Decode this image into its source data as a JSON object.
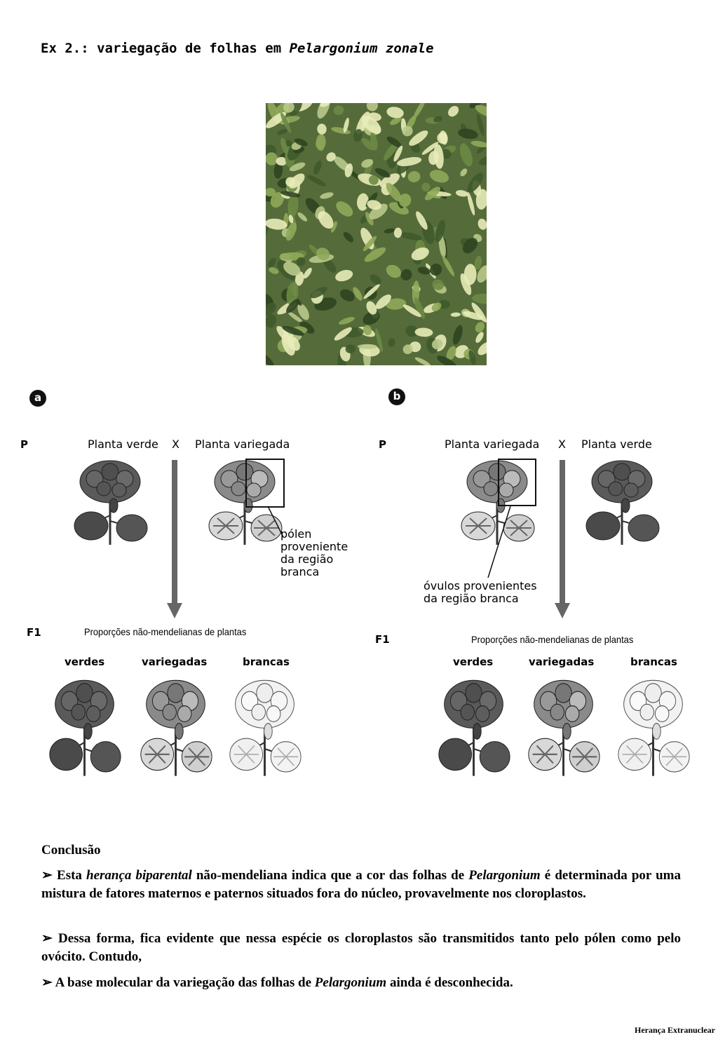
{
  "title": {
    "prefix": "Ex 2.: variegação de folhas em ",
    "species": "Pelargonium zonale"
  },
  "photo": {
    "alt": "variegated-leaves-photo"
  },
  "panel_a": {
    "badge": "a",
    "generation_p": "P",
    "parent_left": "Planta verde",
    "cross": "X",
    "parent_right": "Planta variegada",
    "note_lines": [
      "pólen",
      "proveniente",
      "da região",
      "branca"
    ],
    "generation_f1": "F1",
    "subtitle": "Proporções não-mendelianas de plantas",
    "offspring": [
      "verdes",
      "variegadas",
      "brancas"
    ]
  },
  "panel_b": {
    "badge": "b",
    "generation_p": "P",
    "parent_left": "Planta variegada",
    "cross": "X",
    "parent_right": "Planta verde",
    "note_lines": [
      "óvulos provenientes",
      "da região branca"
    ],
    "generation_f1": "F1",
    "subtitle": "Proporções não-mendelianas de plantas",
    "offspring": [
      "verdes",
      "variegadas",
      "brancas"
    ]
  },
  "conclusion": {
    "heading": "Conclusão",
    "bullet": "➢",
    "p1": {
      "a": "Esta ",
      "b": "herança biparental",
      "c": " não-mendeliana indica que a cor das folhas de ",
      "d": "Pelargonium",
      "e": " é determinada por uma mistura de fatores maternos e paternos situados fora do núcleo, provavelmente nos cloroplastos."
    },
    "p2": "Dessa forma, fica evidente que nessa espécie os cloroplastos são transmitidos tanto pelo pólen como pelo ovócito. Contudo,",
    "p3": {
      "a": "A base molecular da variegação das folhas de ",
      "b": "Pelargonium",
      "c": " ainda é desconhecida."
    }
  },
  "footer": "Herança Extranuclear",
  "colors": {
    "green_dark": "#3f5a2c",
    "green_light": "#8fa85a",
    "leaf_cream": "#e8ecb8",
    "plant_dark": "#555555",
    "arrow": "#666666"
  }
}
